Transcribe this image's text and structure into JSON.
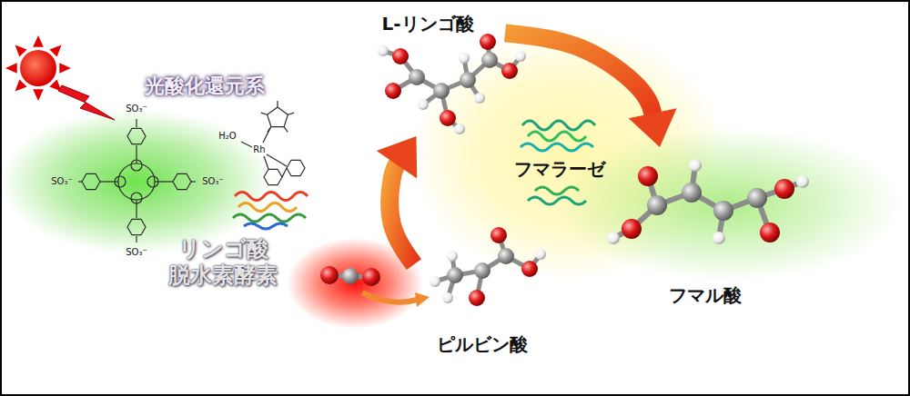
{
  "diagram": {
    "nodes": [
      {
        "text": [
          "光酸化還元系",
          "リンゴ酸 脱水素酵素"
        ]
      },
      {
        "text": [
          "L-リンゴ酸"
        ]
      },
      {
        "text": [
          "フマラーゼ"
        ]
      },
      {
        "text": [
          "ピルビン酸"
        ]
      },
      {
        "text": [
          "フマル酸"
        ]
      }
    ],
    "edges": [
      {
        "from": 3,
        "to": 1,
        "arrow": "to"
      },
      {
        "from": 1,
        "to": 4,
        "arrow": "to"
      }
    ],
    "labels": [
      "SO₃⁻",
      "SO₃⁻",
      "SO₃⁻",
      "SO₃⁻",
      "H₂O",
      "Rh"
    ]
  }
}
